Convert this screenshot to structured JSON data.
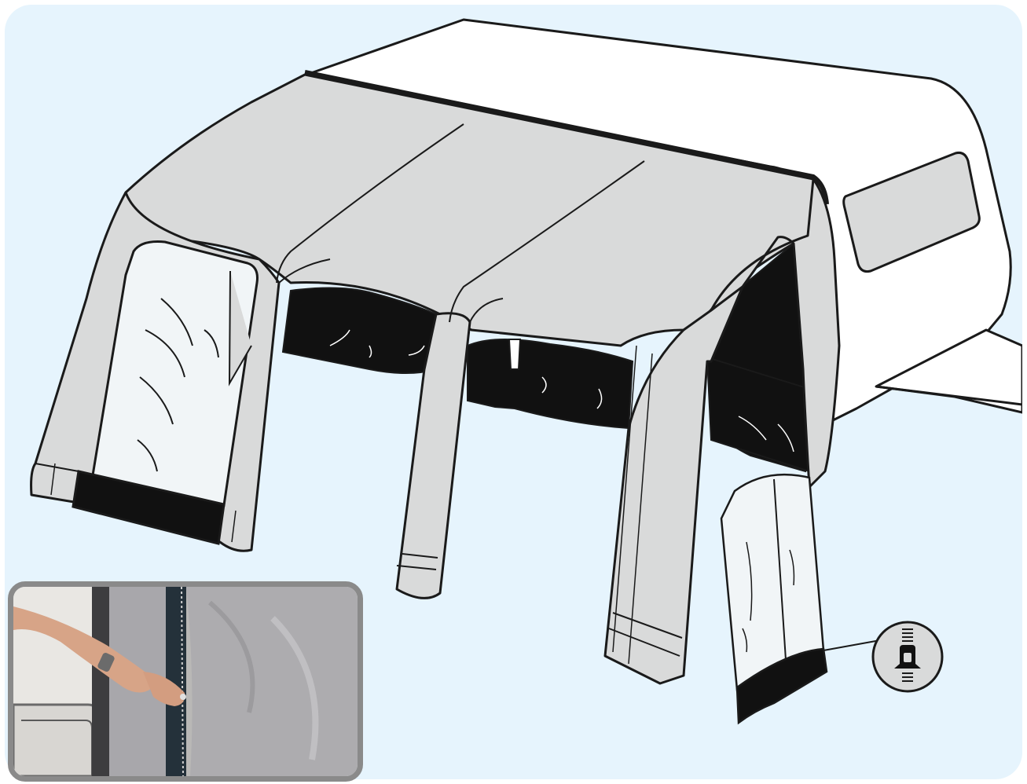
{
  "figure": {
    "background_color": "#e6f4fd",
    "fabric_color": "#d9dada",
    "dark_panel_color": "#111111",
    "caravan_color": "#ffffff",
    "outline_color": "#1a1a1a",
    "inset_border_color": "#8a8a8a"
  },
  "illustration": {
    "main_icon": "awning-on-caravan-illustration",
    "detached_panel_icon": "detachable-zip-panel",
    "zip_callout_icon": "zipper-icon",
    "inset_photo_icon": "hand-unzipping-panel-photo"
  }
}
